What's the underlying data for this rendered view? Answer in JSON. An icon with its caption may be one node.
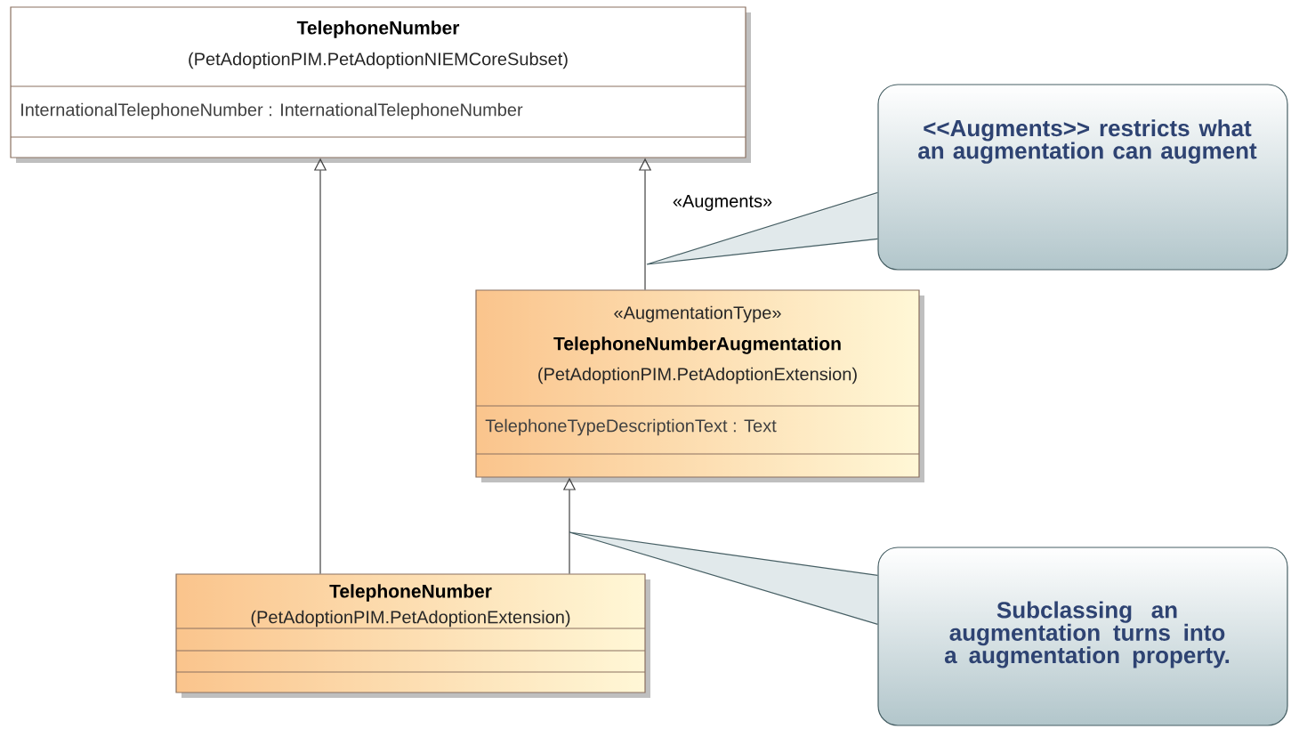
{
  "diagram": {
    "nodes": [
      {
        "text": [
          "TelephoneNumber",
          "(PetAdoptionPIM.PetAdoptionNIEMCoreSubset)",
          "InternationalTelephoneNumber : InternationalTelephoneNumber"
        ]
      },
      {
        "text": [
          "«AugmentationType»",
          "TelephoneNumberAugmentation",
          "(PetAdoptionPIM.PetAdoptionExtension)",
          "TelephoneTypeDescriptionText : Text"
        ]
      },
      {
        "text": [
          "TelephoneNumber",
          "(PetAdoptionPIM.PetAdoptionExtension)"
        ]
      },
      {
        "text": [
          "<<Augments>> restricts what an augmentation can augment"
        ]
      },
      {
        "text": [
          "Subclassing an augmentation turns into a augmentation property."
        ]
      }
    ],
    "edges": [
      {
        "from": 1,
        "to": 0,
        "arrow": "to",
        "label": "«Augments»"
      },
      {
        "from": 2,
        "to": 0,
        "arrow": "to"
      },
      {
        "from": 2,
        "to": 1,
        "arrow": "to"
      },
      {
        "from": 3,
        "to": null,
        "arrow": "none"
      },
      {
        "from": 4,
        "to": null,
        "arrow": "none"
      }
    ]
  }
}
